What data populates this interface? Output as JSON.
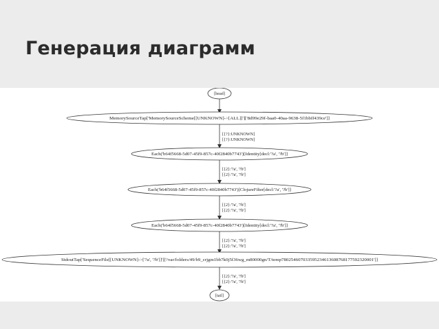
{
  "slide": {
    "title": "Генерация диаграмм"
  },
  "diagram": {
    "nodes": [
      {
        "id": "head",
        "label": "[head]"
      },
      {
        "id": "source",
        "label": "MemorySourceTap['MemorySourceScheme[[UNKNOWN]->[ALL]]']['8d99e29f-baa0-40aa-9638-5f1bbff439ce']]"
      },
      {
        "id": "each1",
        "label": "Each('b64f5668-5d07-45f9-857c-40f2840b7743')[Identity[decl:'?a', '?b']]"
      },
      {
        "id": "each2",
        "label": "Each('b64f5668-5d07-45f9-857c-40f2840b7743')[ClojureFilter[decl:'?a', '?b']]"
      },
      {
        "id": "each3",
        "label": "Each('b64f5668-5d07-45f9-857c-40f2840b7743')[Identity[decl:'?a', '?b']]"
      },
      {
        "id": "sink",
        "label": "StdoutTap['SequenceFile[[UNKNOWN]->['?a', '?b']]']['/var/folders/49/b9_crjgm1bb7k0j5f36wg_m80000gn/T/temp780254607033595234613608768177592320001']]"
      },
      {
        "id": "tail",
        "label": "[tail]"
      }
    ],
    "edges": [
      {
        "from": "source",
        "to": "each1",
        "lines": [
          "[{?}:UNKNOWN]",
          "[{?}:UNKNOWN]"
        ]
      },
      {
        "from": "each1",
        "to": "each2",
        "lines": [
          "[{2}:'?a', '?b']",
          "[{2}:'?a', '?b']"
        ]
      },
      {
        "from": "each2",
        "to": "each3",
        "lines": [
          "[{2}:'?a', '?b']",
          "[{2}:'?a', '?b']"
        ]
      },
      {
        "from": "each3",
        "to": "sink",
        "lines": [
          "[{2}:'?a', '?b']",
          "[{2}:'?a', '?b']"
        ]
      },
      {
        "from": "sink",
        "to": "tail",
        "lines": [
          "[{2}:'?a', '?b']",
          "[{2}:'?a', '?b']"
        ]
      }
    ]
  }
}
